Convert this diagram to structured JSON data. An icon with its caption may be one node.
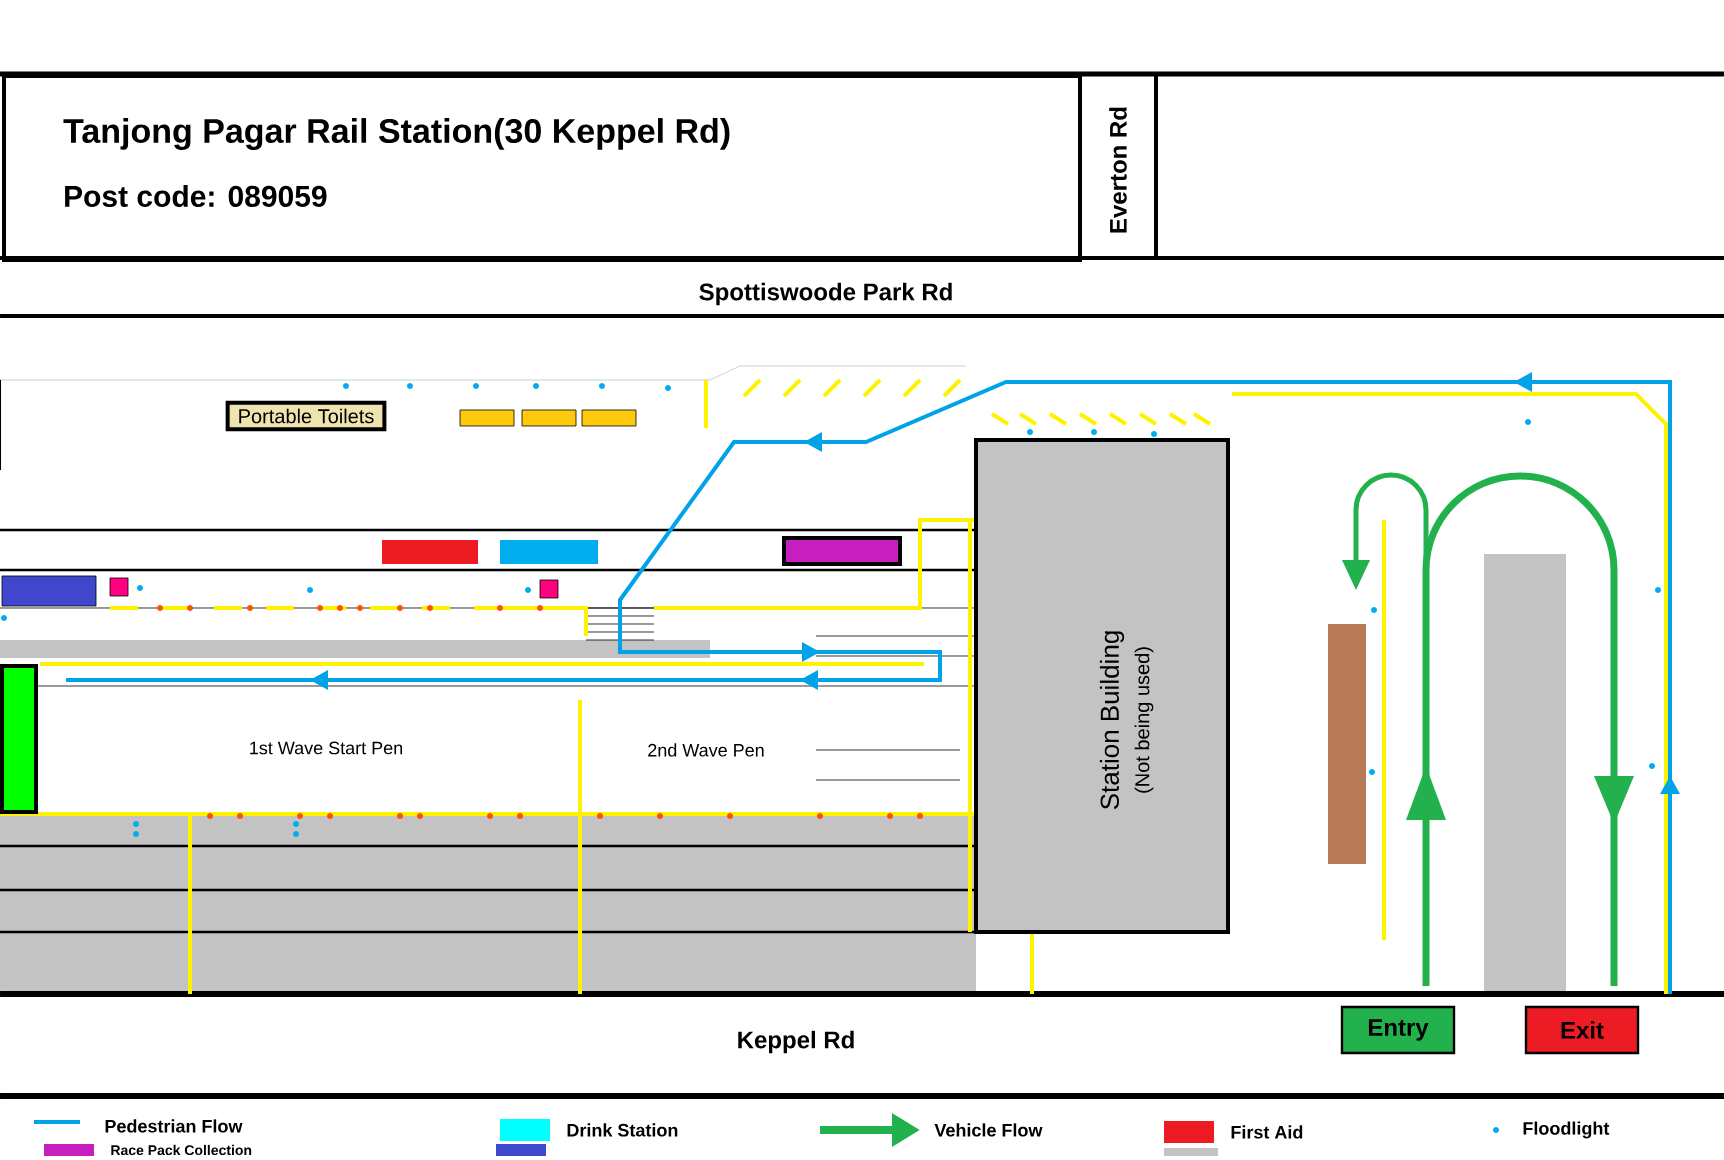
{
  "diagram": {
    "nodes": [
      {
        "text": [
          "Tanjong Pagar Rail Station(30 Keppel Rd)",
          "Post code: 089059"
        ]
      },
      {
        "text": [
          "Portable Toilets"
        ]
      },
      {
        "text": [
          "Station Building",
          "(Not being used)"
        ]
      },
      {
        "text": [
          "Entry"
        ]
      },
      {
        "text": [
          "Exit"
        ]
      }
    ],
    "labels": [
      "Everton Rd",
      "Spottiswoode Park Rd",
      "1st Wave Start Pen",
      "2nd Wave Pen",
      "Keppel Rd"
    ],
    "legend": [
      {
        "text": "Pedestrian Flow"
      },
      {
        "text": "Drink Station",
        "color": "#00ffff"
      },
      {
        "text": "Vehicle Flow"
      },
      {
        "text": "First Aid",
        "color": "#ed1c24"
      },
      {
        "text": "Floodlight"
      },
      {
        "text": "Race Pack Collection",
        "color": "#c71fbf"
      }
    ]
  }
}
